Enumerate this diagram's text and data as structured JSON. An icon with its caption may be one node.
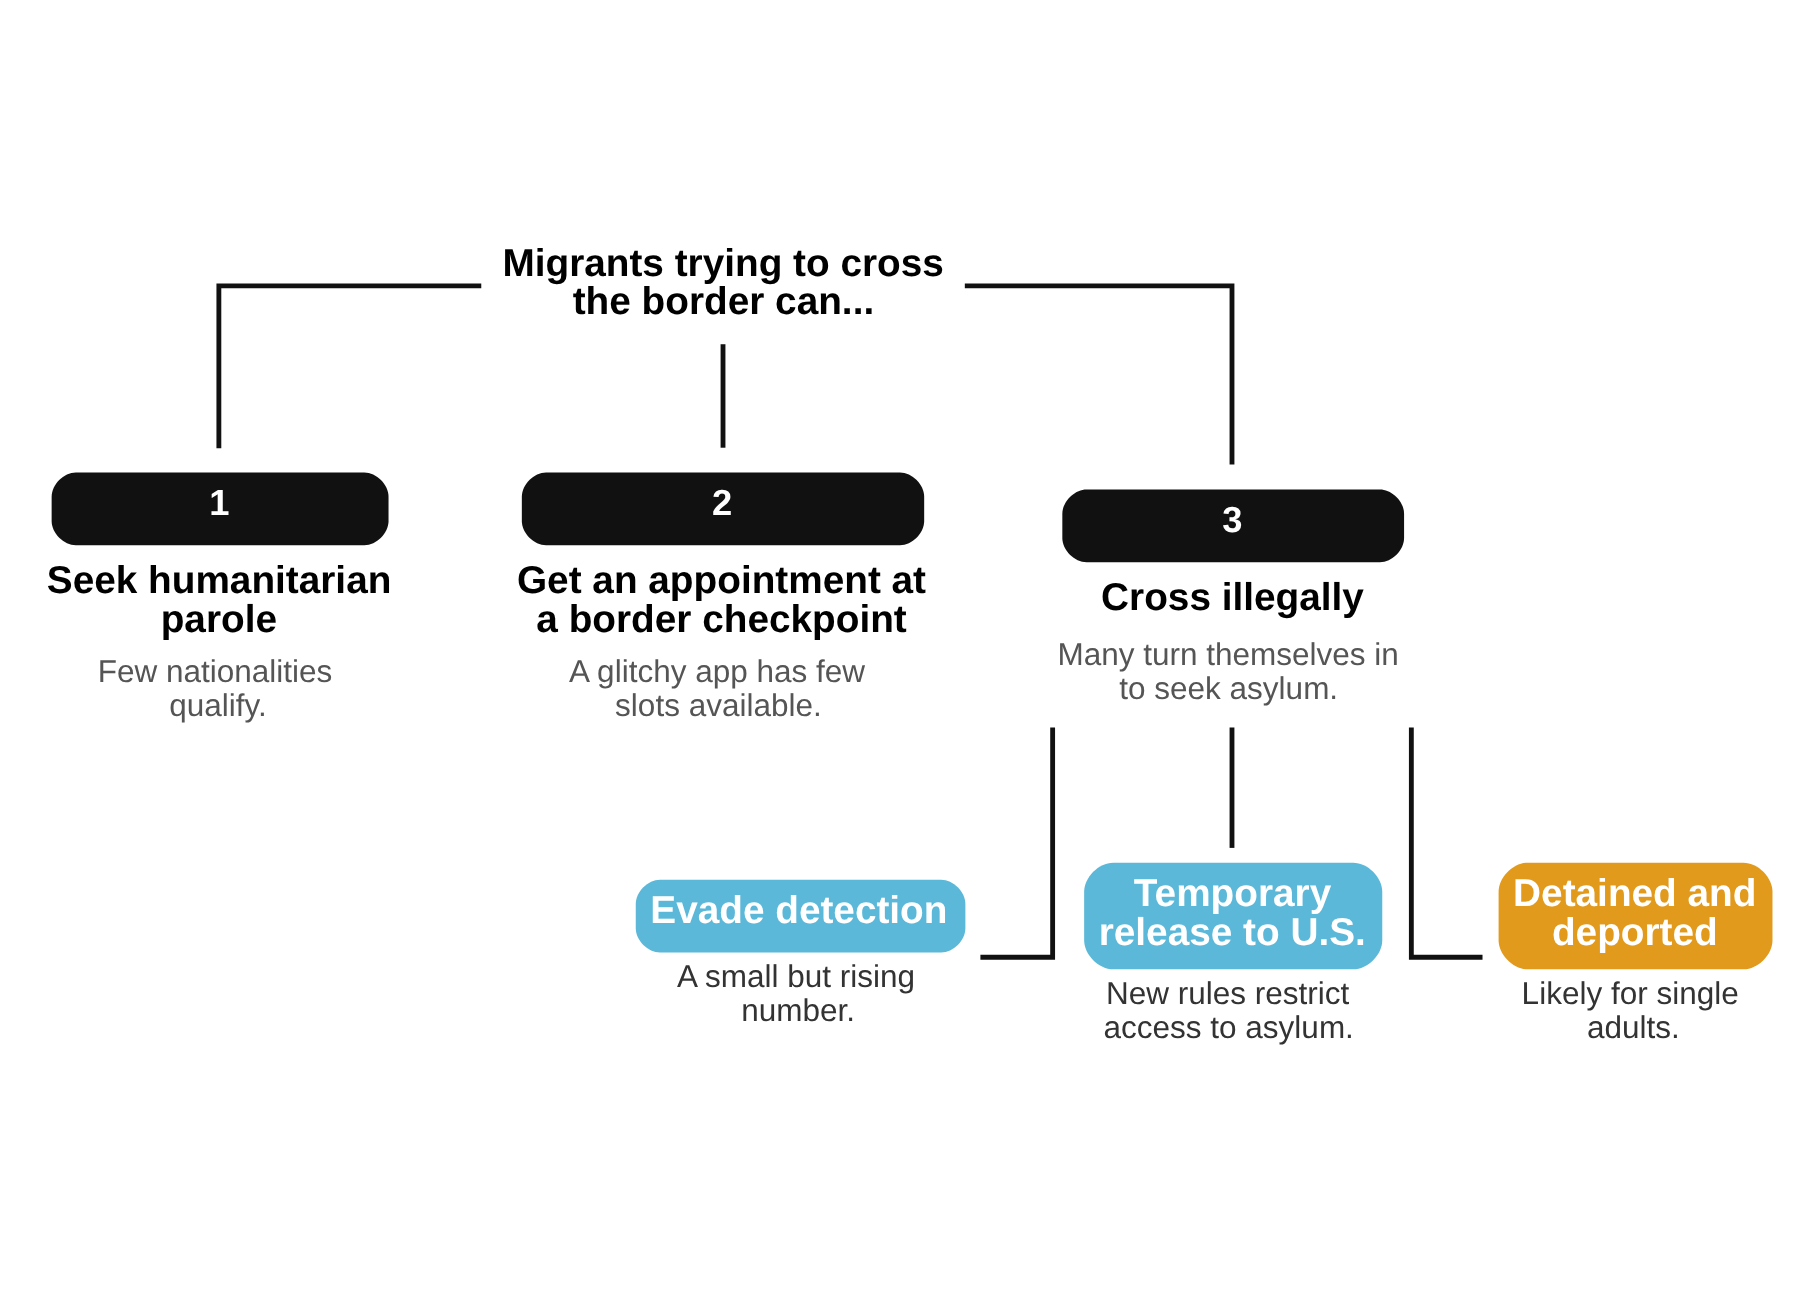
{
  "diagram": {
    "nodes": [
      {
        "text": [
          "Migrants trying to cross the border can..."
        ]
      },
      {
        "text": [
          "1",
          "Seek humanitarian parole",
          "Few nationalities qualify."
        ]
      },
      {
        "text": [
          "2",
          "Get an appointment at a border checkpoint",
          "A glitchy app has few slots available."
        ]
      },
      {
        "text": [
          "3",
          "Cross illegally",
          "Many turn themselves in to seek asylum."
        ]
      },
      {
        "text": [
          "Evade detection"
        ],
        "beside": [
          "A small but rising number."
        ]
      },
      {
        "text": [
          "Temporary release to U.S."
        ],
        "beside": [
          "New rules restrict access to asylum."
        ]
      },
      {
        "text": [
          "Detained and deported"
        ],
        "beside": [
          "Likely for single adults."
        ]
      }
    ],
    "edges": [
      {
        "from": 0,
        "to": 1,
        "arrow": "none"
      },
      {
        "from": 0,
        "to": 2,
        "arrow": "none"
      },
      {
        "from": 0,
        "to": 3,
        "arrow": "none"
      },
      {
        "from": 3,
        "to": 4,
        "arrow": "none"
      },
      {
        "from": 3,
        "to": 5,
        "arrow": "none"
      },
      {
        "from": 3,
        "to": 6,
        "arrow": "none"
      }
    ]
  }
}
